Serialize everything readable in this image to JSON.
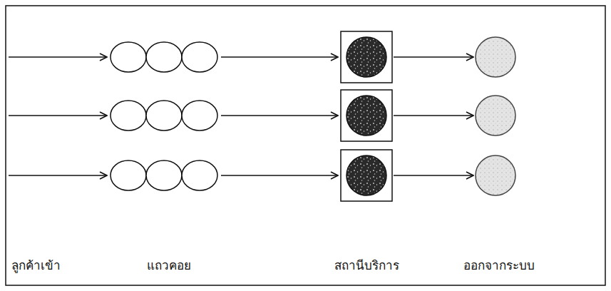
{
  "diagram": {
    "labels": [
      "ลูกค้าเข้า",
      "แถวคอย",
      "สถานีบริการ",
      "ออกจากระบบ"
    ]
  }
}
